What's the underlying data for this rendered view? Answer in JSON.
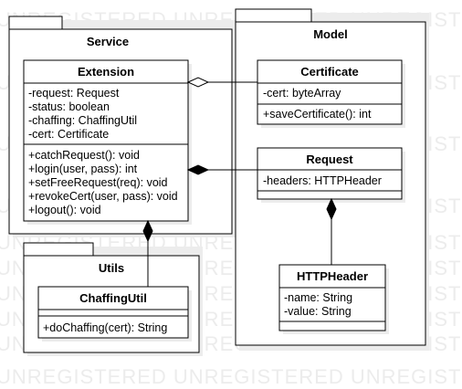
{
  "watermark": "UNREGISTERED UNREGISTERED UNREGISTERED",
  "packages": {
    "service": "Service",
    "model": "Model",
    "utils": "Utils"
  },
  "classes": {
    "extension": {
      "name": "Extension",
      "attributes": [
        "-request: Request",
        "-status: boolean",
        "-chaffing: ChaffingUtil",
        "-cert: Certificate"
      ],
      "operations": [
        "+catchRequest(): void",
        "+login(user, pass): int",
        "+setFreeRequest(req): void",
        "+revokeCert(user, pass): void",
        "+logout(): void"
      ]
    },
    "certificate": {
      "name": "Certificate",
      "attributes": [
        "-cert: byteArray"
      ],
      "operations": [
        "+saveCertificate(): int"
      ]
    },
    "request": {
      "name": "Request",
      "attributes": [
        "-headers: HTTPHeader"
      ],
      "operations": []
    },
    "httpheader": {
      "name": "HTTPHeader",
      "attributes": [
        "-name: String",
        "-value: String"
      ],
      "operations": []
    },
    "chaffingutil": {
      "name": "ChaffingUtil",
      "attributes": [],
      "operations": [
        "+doChaffing(cert): String"
      ]
    }
  }
}
